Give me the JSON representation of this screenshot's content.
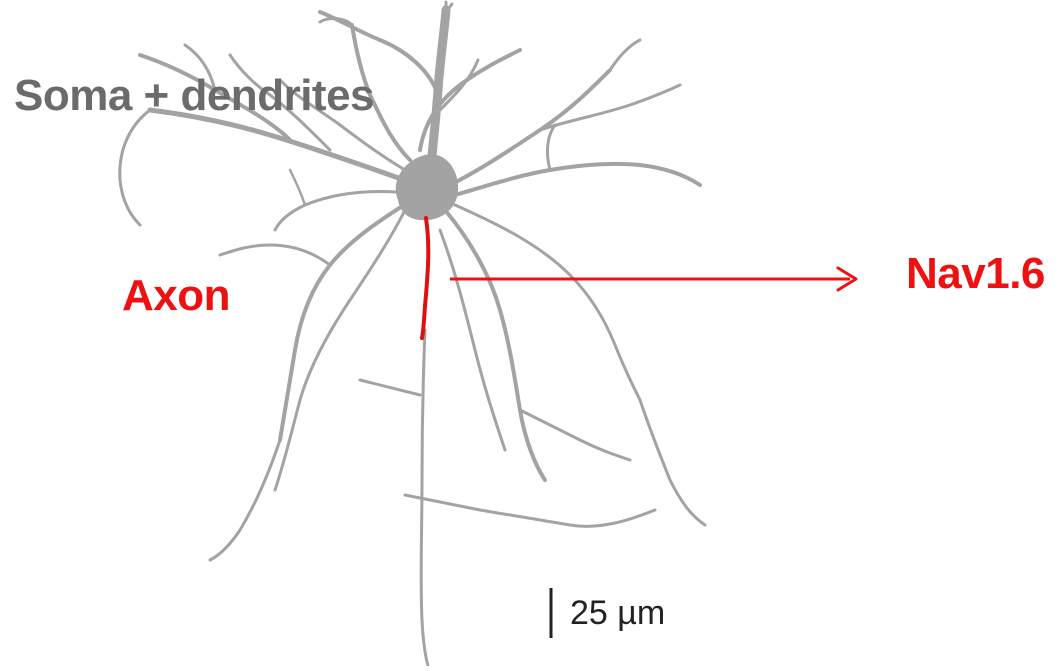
{
  "labels": {
    "soma_dendrites": "Soma + dendrites",
    "axon": "Axon",
    "channel": "Nav1.6",
    "scale_bar": "25 µm"
  },
  "colors": {
    "neuron": "#a3a3a3",
    "axon_initial_segment": "#dd1111",
    "annotation_red": "#ee1111",
    "label_gray": "#6b6b6b",
    "scale_text": "#222222"
  }
}
